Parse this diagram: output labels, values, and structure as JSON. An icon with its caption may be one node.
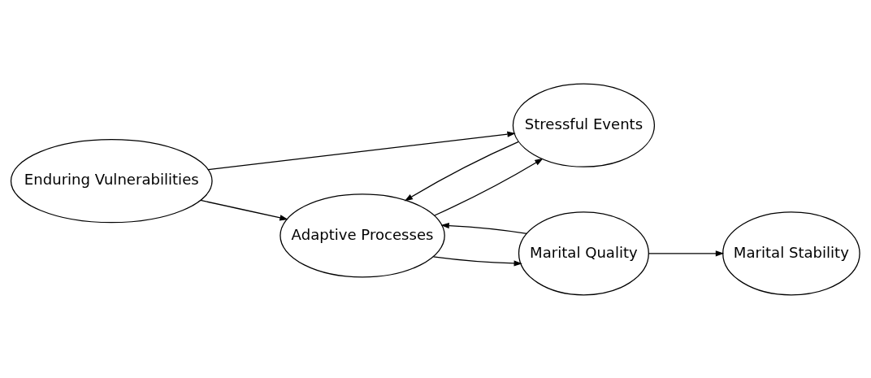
{
  "diagram": {
    "nodes": [
      {
        "text": [
          "Enduring Vulnerabilities"
        ]
      },
      {
        "text": [
          "Adaptive Processes"
        ]
      },
      {
        "text": [
          "Stressful Events"
        ]
      },
      {
        "text": [
          "Marital Quality"
        ]
      },
      {
        "text": [
          "Marital Stability"
        ]
      }
    ],
    "edges": [
      {
        "from": 0,
        "to": 1,
        "arrow": "to"
      },
      {
        "from": 0,
        "to": 2,
        "arrow": "to"
      },
      {
        "from": 1,
        "to": 2,
        "arrow": "to"
      },
      {
        "from": 2,
        "to": 1,
        "arrow": "to"
      },
      {
        "from": 1,
        "to": 3,
        "arrow": "to"
      },
      {
        "from": 3,
        "to": 1,
        "arrow": "to"
      },
      {
        "from": 3,
        "to": 4,
        "arrow": "to"
      }
    ]
  }
}
